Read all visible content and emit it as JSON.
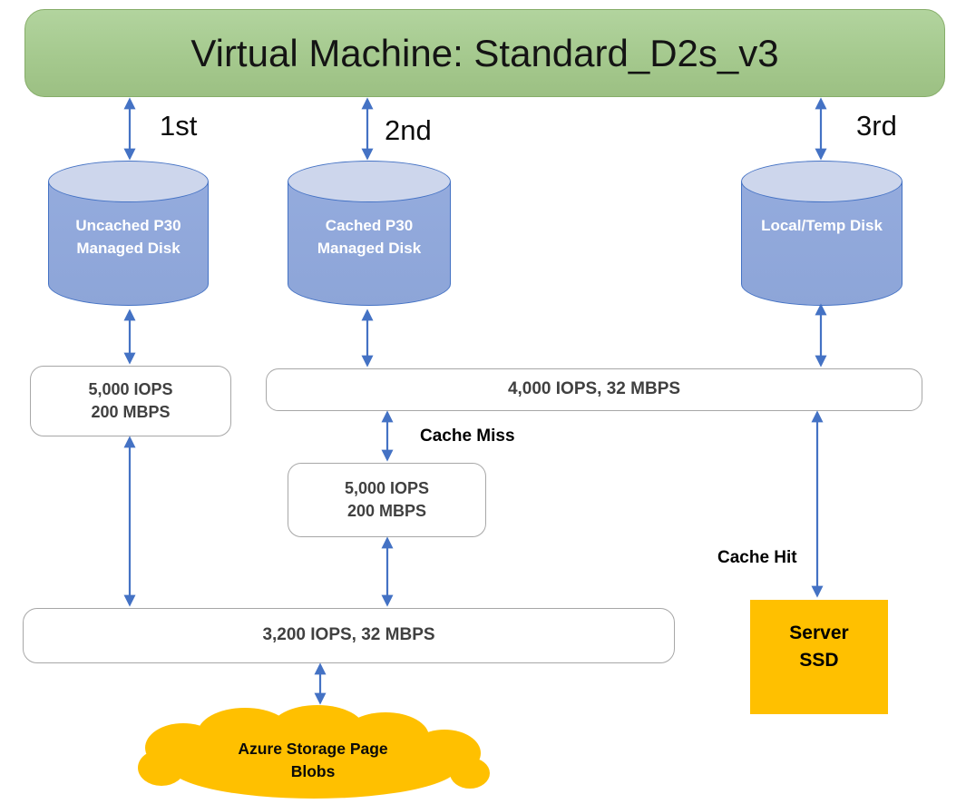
{
  "diagram": {
    "title": "Virtual Machine: Standard_D2s_v3",
    "order_labels": [
      "1st",
      "2nd",
      "3rd"
    ],
    "disks": [
      {
        "label": "Uncached P30 Managed Disk"
      },
      {
        "label": "Cached P30 Managed Disk"
      },
      {
        "label": "Local/Temp Disk"
      }
    ],
    "limits": {
      "uncached_disk": {
        "line1": "5,000 IOPS",
        "line2": "200 MBPS"
      },
      "vm_cached_path": "4,000 IOPS, 32 MBPS",
      "cached_disk": {
        "line1": "5,000 IOPS",
        "line2": "200 MBPS"
      },
      "vm_uncached_path": "3,200 IOPS, 32 MBPS"
    },
    "cache_miss_label": "Cache Miss",
    "cache_hit_label": "Cache Hit",
    "server_ssd_label": "Server SSD",
    "cloud_label": "Azure Storage Page Blobs",
    "colors": {
      "vm_fill_top": "#b2d49e",
      "vm_fill_bottom": "#9cc083",
      "vm_border": "#86ad69",
      "disk_body": "#8da5d8",
      "disk_top": "#cdd6ec",
      "disk_border": "#4472c4",
      "arrow_blue": "#4472c4",
      "box_border": "#a7a7a7",
      "box_text": "#404040",
      "accent_orange": "#ffc000"
    }
  }
}
